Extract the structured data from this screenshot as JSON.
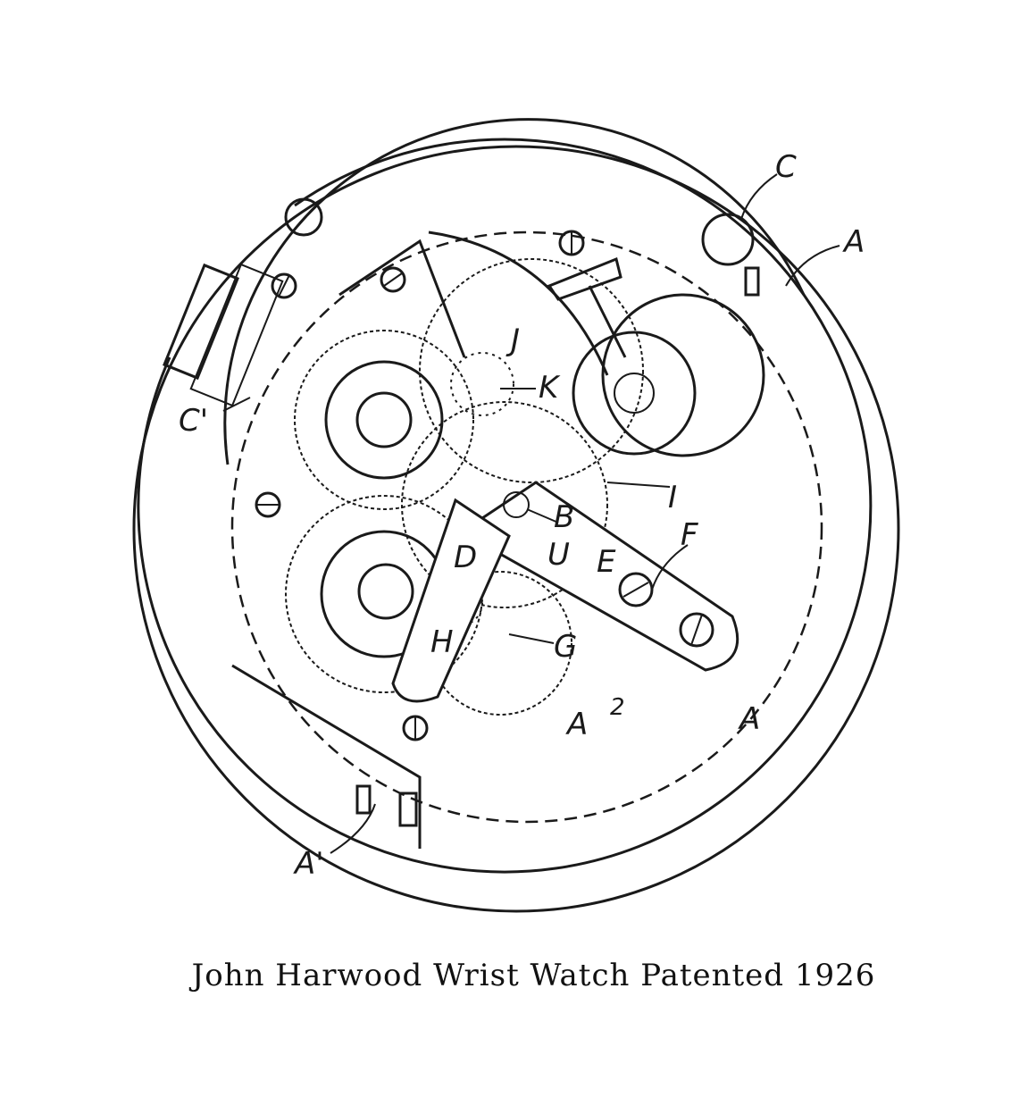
{
  "caption": "John Harwood Wrist Watch Patented 1926",
  "labels": {
    "C_top": "C",
    "A_top": "A",
    "C1": "C'",
    "J": "J",
    "K": "K",
    "I": "I",
    "B": "B",
    "U": "U",
    "E": "E",
    "F": "F",
    "D": "D",
    "H": "H",
    "G": "G",
    "A2": "A",
    "A2_sup": "2",
    "A_bottom": "A",
    "A1": "A'"
  }
}
